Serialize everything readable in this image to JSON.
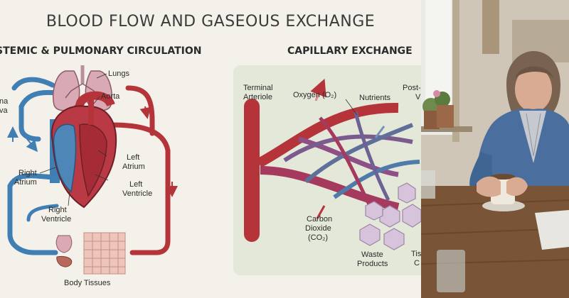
{
  "title": "BLOOD FLOW AND GASEOUS EXCHANGE",
  "left_section": {
    "title": "STEMIC & PULMONARY CIRCULATION",
    "labels": {
      "lungs": "Lungs",
      "vena_1": "na",
      "vena_2": "va",
      "aorta": "Aorta",
      "left_atrium_1": "Left",
      "left_atrium_2": "Atrium",
      "right_atrium_1": "Right",
      "right_atrium_2": "Atrium",
      "left_ventricle_1": "Left",
      "left_ventricle_2": "Ventricle",
      "right_ventricle_1": "Right",
      "right_ventricle_2": "Ventricle",
      "body_tissues": "Body Tissues"
    }
  },
  "right_section": {
    "title": "CAPILLARY EXCHANGE",
    "labels": {
      "terminal_1": "Terminal",
      "terminal_2": "Arteriole",
      "oxygen": "Oxygen (O₂)",
      "nutrients": "Nutrients",
      "post_1": "Post-",
      "post_2": "V",
      "co2_1": "Carbon",
      "co2_2": "Dioxide",
      "co2_3": "(CO₂)",
      "waste_1": "Waste",
      "waste_2": "Products",
      "tissue_1": "Tis",
      "tissue_2": "C"
    }
  },
  "colors": {
    "artery_red": "#b5343a",
    "vein_blue": "#3f7fb4",
    "lung_pink": "#d9a9b6",
    "tissue_pink": "#eec5bb",
    "cell_lavender": "#d7c4dc",
    "panel_green": "#e3e8d8"
  }
}
